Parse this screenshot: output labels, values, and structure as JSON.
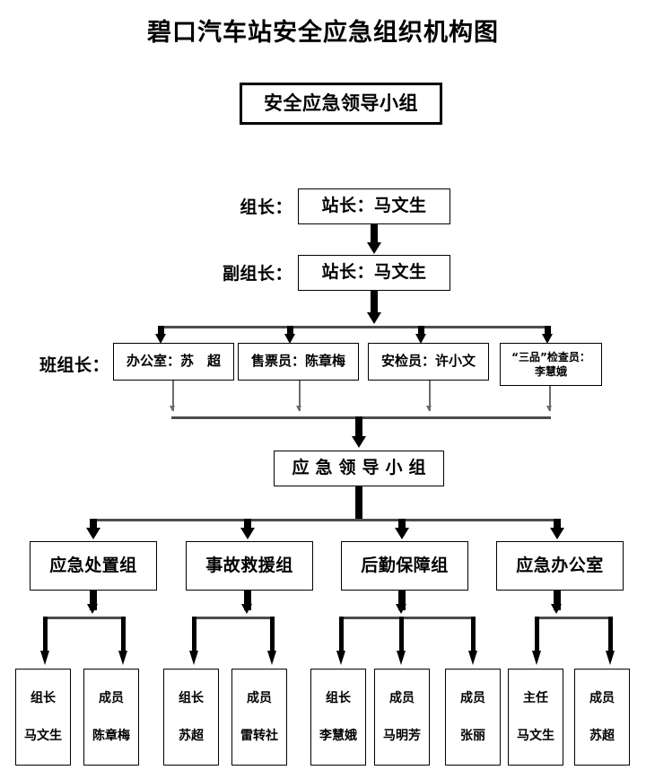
{
  "title": "碧口汽车站安全应急组织机构图",
  "head_box": {
    "label": "安全应急领导小组"
  },
  "leadership": [
    {
      "side_label": "组长：",
      "box": "站长：马文生"
    },
    {
      "side_label": "副组长：",
      "box": "站长：马文生"
    }
  ],
  "team_row": {
    "side_label": "班组长：",
    "boxes": [
      {
        "line1": "办公室：苏　超",
        "line2": ""
      },
      {
        "line1": "售票员：陈章梅",
        "line2": ""
      },
      {
        "line1": "安检员：许小文",
        "line2": ""
      },
      {
        "line1": "“三品”检查员：",
        "line2": "李慧娥"
      }
    ]
  },
  "center_box": {
    "label": "应急领导小组"
  },
  "groups": [
    {
      "label": "应急处置组"
    },
    {
      "label": "事故救援组"
    },
    {
      "label": "后勤保障组"
    },
    {
      "label": "应急办公室"
    }
  ],
  "members": [
    {
      "role": "组长",
      "name": "马文生"
    },
    {
      "role": "成员",
      "name": "陈章梅"
    },
    {
      "role": "组长",
      "name": "苏超"
    },
    {
      "role": "成员",
      "name": "雷转社"
    },
    {
      "role": "组长",
      "name": "李慧娥"
    },
    {
      "role": "成员",
      "name": "马明芳"
    },
    {
      "role": "成员",
      "name": "张丽"
    },
    {
      "role": "主任",
      "name": "马文生"
    },
    {
      "role": "成员",
      "name": "苏超"
    }
  ],
  "colors": {
    "ink": "#000000",
    "connector": "#4d4d4d",
    "thin_connector": "#6b6b6b",
    "background": "#ffffff"
  }
}
